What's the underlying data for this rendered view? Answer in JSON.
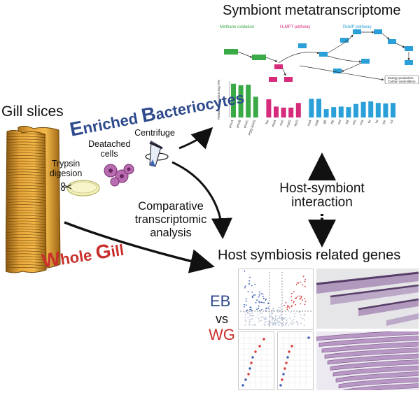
{
  "titles": {
    "metatranscriptome": "Symbiont metatranscriptome",
    "host_genes": "Host symbiosis related genes",
    "gill_slices": "Gill slices"
  },
  "eb": {
    "cap1": "E",
    "rest1": "nriched ",
    "cap2": "B",
    "rest2": "acteriocytes"
  },
  "wg": {
    "cap1": "W",
    "rest1": "hole ",
    "cap2": "G",
    "rest2": "ill"
  },
  "steps": {
    "trypsin": "Trypsin digesion",
    "deatached": "Deatached cells",
    "centrifuge": "Centrifuge"
  },
  "comparative": "Comparative transcriptomic analysis",
  "interaction": "Host-symbiont interaction",
  "comparison": {
    "eb": "EB",
    "vs": "vs",
    "wg": "WG"
  },
  "colors": {
    "green": "#3aaa47",
    "magenta": "#d62a7b",
    "blue": "#2b9fd8",
    "eb_blue": "#2e4a8c",
    "wg_red": "#c9302c"
  },
  "pathway": {
    "methane_oxidation": "Methane oxidation",
    "h4mpt": "H₄MPT pathway",
    "rump": "RuMP pathway",
    "legend_1": "Energy production",
    "legend_2": "Carbon assimilation"
  },
  "chart_data": {
    "type": "bar",
    "ylabel": "Relative expression log₂TPM",
    "series": [
      {
        "group": "Methane oxidation",
        "categories": [
          "pmoA",
          "pmoB",
          "pmoC",
          "PQQ-ADHs"
        ],
        "values": [
          6.5,
          6.2,
          6.3,
          4.0
        ]
      },
      {
        "group": "H4MPT pathway",
        "categories": [
          "fae",
          "mtdA",
          "mch",
          "mptG",
          "fhcD"
        ],
        "values": [
          3.5,
          2.1,
          1.9,
          1.9,
          2.8
        ]
      },
      {
        "group": "RuMP pathway",
        "categories": [
          "hxlA",
          "hxlB",
          "glk",
          "pgi",
          "zwf",
          "pgl",
          "edd",
          "eda",
          "tkt",
          "tal",
          "rpe",
          "rpi"
        ],
        "values": [
          3.6,
          3.6,
          1.6,
          2.0,
          2.1,
          2.0,
          2.6,
          3.0,
          3.1,
          2.8,
          2.7,
          2.8
        ]
      }
    ]
  }
}
